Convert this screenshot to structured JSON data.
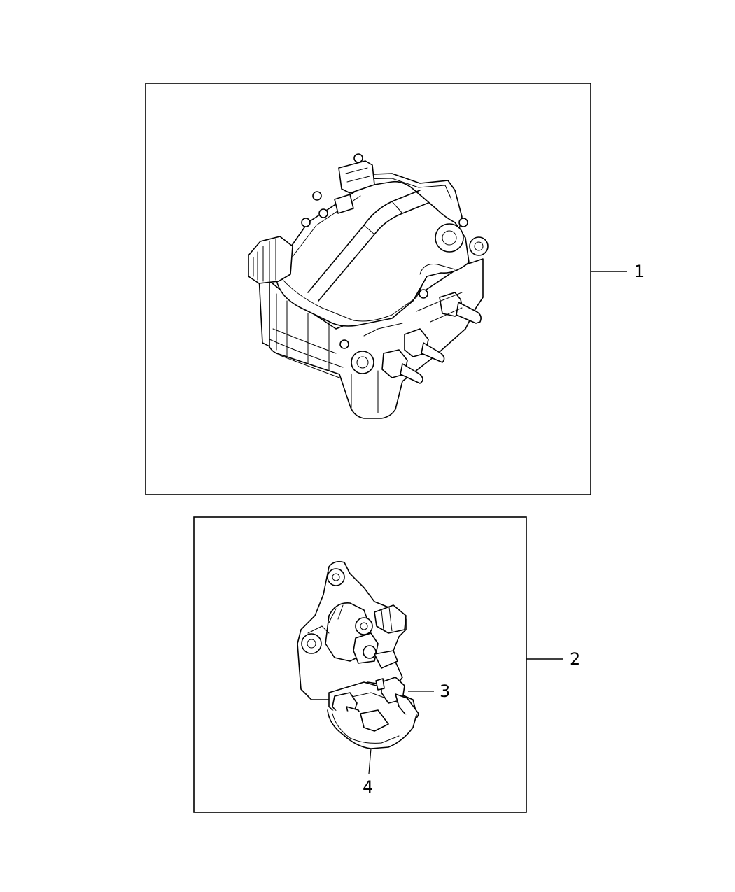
{
  "diagram": {
    "callouts": {
      "one": "1",
      "two": "2",
      "three": "3",
      "four": "4"
    }
  }
}
